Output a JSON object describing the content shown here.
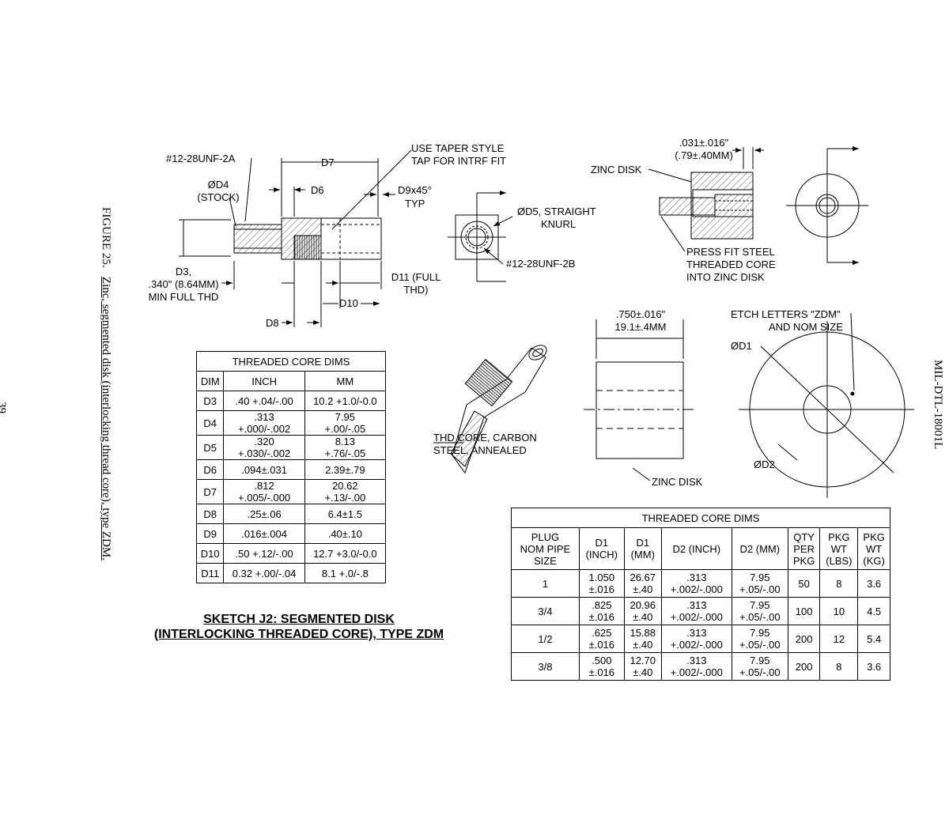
{
  "side_caption": {
    "figure_label": "FIGURE 25.",
    "description": "Zinc, segmented disk (interlocking thread core), type ZDM."
  },
  "spec_id": "MIL-DTL-18001L",
  "page_number": "39",
  "side_view_labels": {
    "thread_callout": "#12-28UNF-2A",
    "d4": "ØD4",
    "d4_note": "(STOCK)",
    "d7": "D7",
    "d6": "D6",
    "d9": "D9x45°",
    "d9_note": "TYP",
    "taper_note_1": "USE TAPER STYLE",
    "taper_note_2": "TAP FOR INTRF FIT",
    "d3": "D3,",
    "d3_note_1": ".340\" (8.64MM)",
    "d3_note_2": "MIN FULL THD",
    "d11_1": "D11 (FULL",
    "d11_2": "THD)",
    "d10": "D10",
    "d8": "D8"
  },
  "end_view_labels": {
    "d5_1": "ØD5, STRAIGHT",
    "d5_2": "KNURL",
    "internal_thread": "#12-28UNF-2B"
  },
  "disk_section_labels": {
    "gap_1": ".031±.016\"",
    "gap_2": "(.79±.40MM)",
    "zinc_disk": "ZINC DISK",
    "press_fit_1": "PRESS FIT STEEL",
    "press_fit_2": "THREADED CORE",
    "press_fit_3": "INTO ZINC DISK"
  },
  "iso_labels": {
    "core_1": "THD CORE, CARBON",
    "core_2": "STEEL, ANNEALED"
  },
  "disk_side_labels": {
    "width_1": ".750±.016\"",
    "width_2": "19.1±.4MM",
    "zinc_disk": "ZINC DISK"
  },
  "disk_face_labels": {
    "etch_1": "ETCH LETTERS \"ZDM\"",
    "etch_2": "AND NOM SIZE",
    "d1": "ØD1",
    "d2": "ØD2"
  },
  "table_core": {
    "title": "THREADED CORE DIMS",
    "headers": [
      "DIM",
      "INCH",
      "MM"
    ],
    "rows": [
      [
        "D3",
        ".40 +.04/-.00",
        "10.2 +1.0/-0.0"
      ],
      [
        "D4",
        ".313\n+.000/-.002",
        "7.95\n+.00/-.05"
      ],
      [
        "D5",
        ".320\n+.030/-.002",
        "8.13\n+.76/-.05"
      ],
      [
        "D6",
        ".094±.031",
        "2.39±.79"
      ],
      [
        "D7",
        ".812\n+.005/-.000",
        "20.62\n+.13/-.00"
      ],
      [
        "D8",
        ".25±.06",
        "6.4±1.5"
      ],
      [
        "D9",
        ".016±.004",
        ".40±.10"
      ],
      [
        "D10",
        ".50 +.12/-.00",
        "12.7 +3.0/-0.0"
      ],
      [
        "D11",
        "0.32 +.00/-.04",
        "8.1 +.0/-.8"
      ]
    ]
  },
  "table_plug": {
    "title": "THREADED CORE DIMS",
    "headers": [
      "PLUG\nNOM PIPE\nSIZE",
      "D1\n(INCH)",
      "D1\n(MM)",
      "D2 (INCH)",
      "D2 (MM)",
      "QTY\nPER\nPKG",
      "PKG\nWT\n(LBS)",
      "PKG\nWT\n(KG)"
    ],
    "rows": [
      [
        "1",
        "1.050\n±.016",
        "26.67\n±.40",
        ".313\n+.002/-.000",
        "7.95\n+.05/-.00",
        "50",
        "8",
        "3.6"
      ],
      [
        "3/4",
        ".825\n±.016",
        "20.96\n±.40",
        ".313\n+.002/-.000",
        "7.95\n+.05/-.00",
        "100",
        "10",
        "4.5"
      ],
      [
        "1/2",
        ".625\n±.016",
        "15.88\n±.40",
        ".313\n+.002/-.000",
        "7.95\n+.05/-.00",
        "200",
        "12",
        "5.4"
      ],
      [
        "3/8",
        ".500\n±.016",
        "12.70\n±.40",
        ".313\n+.002/-.000",
        "7.95\n+.05/-.00",
        "200",
        "8",
        "3.6"
      ]
    ]
  },
  "sketch_title": {
    "line1": "SKETCH J2: SEGMENTED DISK",
    "line2": "(INTERLOCKING THREADED CORE), TYPE ZDM"
  }
}
